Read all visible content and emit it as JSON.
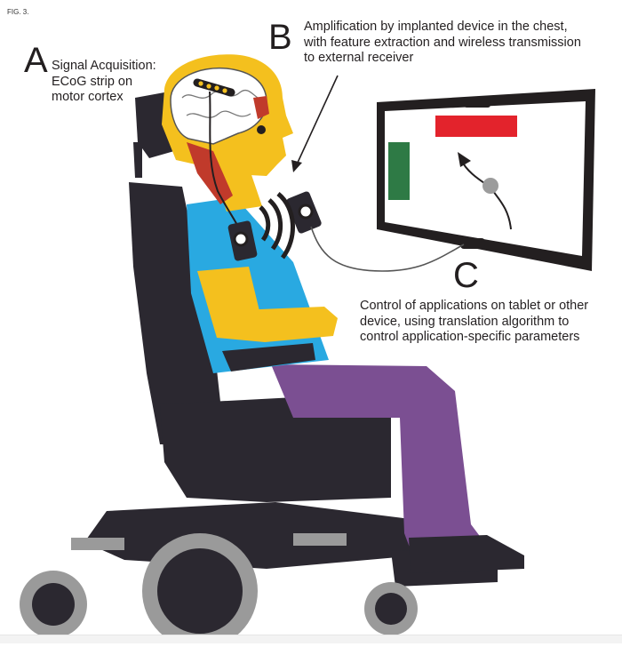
{
  "figure_label": "FIG. 3.",
  "panel_a": {
    "letter": "A",
    "lines": [
      "Signal Acquisition:",
      "ECoG strip on",
      "motor cortex"
    ]
  },
  "panel_b": {
    "letter": "B",
    "lines": [
      "Amplification by implanted device in the chest,",
      "with feature extraction and wireless transmission",
      "to external receiver"
    ]
  },
  "panel_c": {
    "letter": "C",
    "lines": [
      "Control of applications on tablet or other",
      "device, using translation algorithm to",
      "control application-specific parameters"
    ]
  },
  "colors": {
    "skin": "#f4c01e",
    "shirt": "#29a9e1",
    "pants": "#7b4f92",
    "chair": "#2b2830",
    "wheel": "#9a9a9a",
    "tablet_frame": "#231f20",
    "target_red": "#e3232c",
    "target_green": "#2e7a45",
    "cursor": "#9c9c9c",
    "brain": "#ffffff",
    "neck_muscle": "#c03a2b"
  }
}
